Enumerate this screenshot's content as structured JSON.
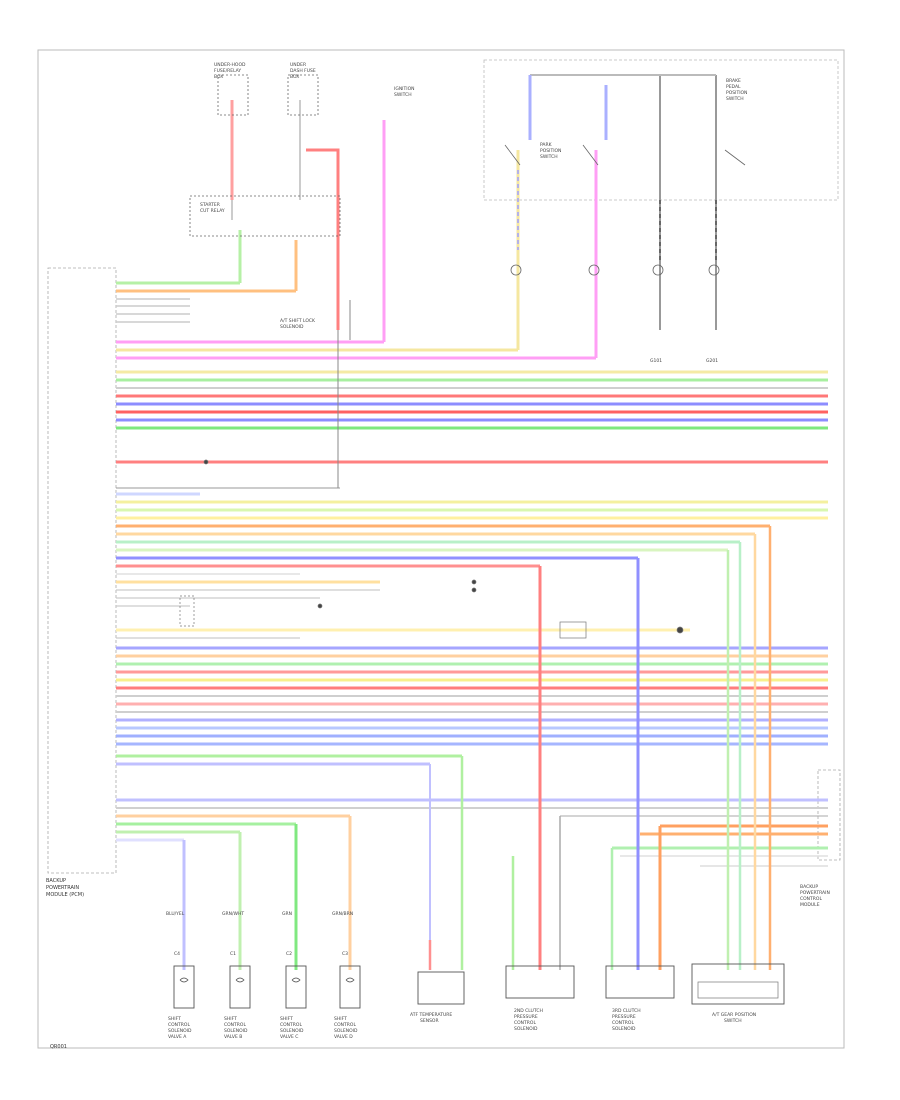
{
  "diagram": {
    "footer_code": "QR001",
    "left_module_label": [
      "BACKUP",
      "POWERTRAIN",
      "MODULE (PCM)"
    ],
    "right_module_label": [
      "BACKUP",
      "POWERTRAIN",
      "CONTROL",
      "MODULE"
    ],
    "shift_solenoids": [
      {
        "wire": "BLU/YEL",
        "pin": "C4",
        "label": [
          "SHIFT",
          "CONTROL",
          "SOLENOID",
          "VALVE A"
        ]
      },
      {
        "wire": "GRN/WHT",
        "pin": "C1",
        "label": [
          "SHIFT",
          "CONTROL",
          "SOLENOID",
          "VALVE B"
        ]
      },
      {
        "wire": "GRN",
        "pin": "C2",
        "label": [
          "SHIFT",
          "CONTROL",
          "SOLENOID",
          "VALVE C"
        ]
      },
      {
        "wire": "GRN/BRN",
        "pin": "C3",
        "label": [
          "SHIFT",
          "CONTROL",
          "SOLENOID",
          "VALVE D"
        ]
      }
    ],
    "bottom_components": [
      {
        "label": [
          "ATF TEMPERATURE",
          "SENSOR"
        ]
      },
      {
        "label": [
          "2ND CLUTCH",
          "PRESSURE",
          "CONTROL",
          "SOLENOID"
        ]
      },
      {
        "label": [
          "3RD CLUTCH",
          "PRESSURE",
          "CONTROL",
          "SOLENOID"
        ]
      },
      {
        "label": [
          "A/T GEAR POSITION",
          "SWITCH"
        ]
      }
    ],
    "top_labels": {
      "fuse_left": [
        "UNDER-HOOD",
        "FUSE/RELAY",
        "BOX"
      ],
      "fuse_mid": [
        "UNDER",
        "DASH FUSE",
        "BOX"
      ],
      "ignition": [
        "IGNITION",
        "SWITCH"
      ],
      "starter": [
        "STARTER",
        "CUT RELAY"
      ],
      "shift_lock": [
        "A/T SHIFT LOCK",
        "SOLENOID"
      ],
      "park_switch": [
        "PARK",
        "POSITION",
        "SWITCH"
      ],
      "brake": [
        "BRAKE",
        "PEDAL",
        "POSITION",
        "SWITCH"
      ]
    },
    "ground_labels": [
      "G101",
      "G201"
    ]
  }
}
